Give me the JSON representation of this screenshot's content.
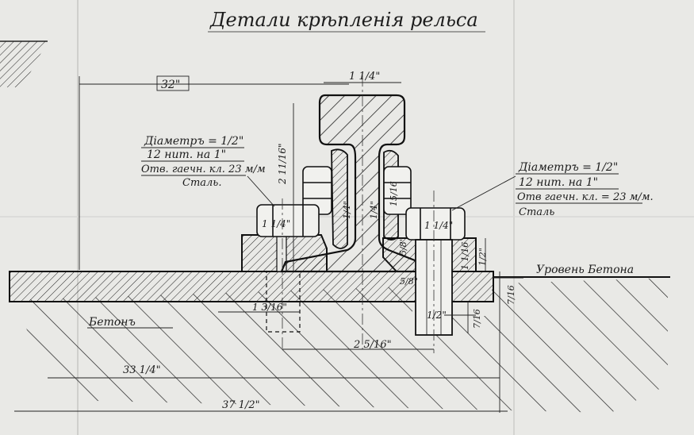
{
  "title": "Детали крѣпленія рельса",
  "dimensions": {
    "top_width": "32\"",
    "rail_head": "1 1/4\"",
    "rail_height": "2 11/16\"",
    "web_left": "1/4\"",
    "web_right": "1/4\"",
    "right_nut_height": "15/16",
    "left_nut": "1 1/4\"",
    "right_nut": "1 1/4\"",
    "bolt_section": "1 1/16",
    "plate_thickness": "5/8\"",
    "plate_thickness_small": "5/8\"",
    "base_height": "1/2\"",
    "concrete_offset": "7/16",
    "bolt_dia": "1/2\"",
    "bolt_depth": "7/16",
    "hole_span": "1 3/16\"",
    "bolt_spacing": "2 5/16\"",
    "inner_width": "33 1/4\"",
    "overall_width": "37 1/2\""
  },
  "left_spec": {
    "diameter": "Діаметръ = 1/2\"",
    "thread": "12 нит. на 1\"",
    "hole": "Отв. гаечн. кл. 23 м/м",
    "material": "Сталь."
  },
  "right_spec": {
    "diameter": "Діаметръ = 1/2\"",
    "thread": "12 нит. на 1\"",
    "hole": "Отв гаечн. кл. = 23 м/м.",
    "material": "Сталь"
  },
  "labels": {
    "concrete": "Бетонъ",
    "concrete_level": "Уровень Бетона"
  }
}
